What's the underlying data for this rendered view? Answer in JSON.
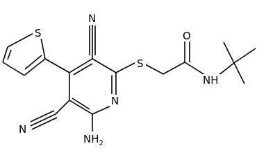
{
  "molecule": {
    "atoms": {
      "sulfur_thiophene": "S",
      "nitrile_top_N": "N",
      "sulfur_thioether": "S",
      "carbonyl_O": "O",
      "pyridine_N": "N",
      "amide_NH": "NH",
      "nitrile_left_N": "N",
      "amino_NH2": "NH",
      "amino_sub": "2"
    }
  }
}
